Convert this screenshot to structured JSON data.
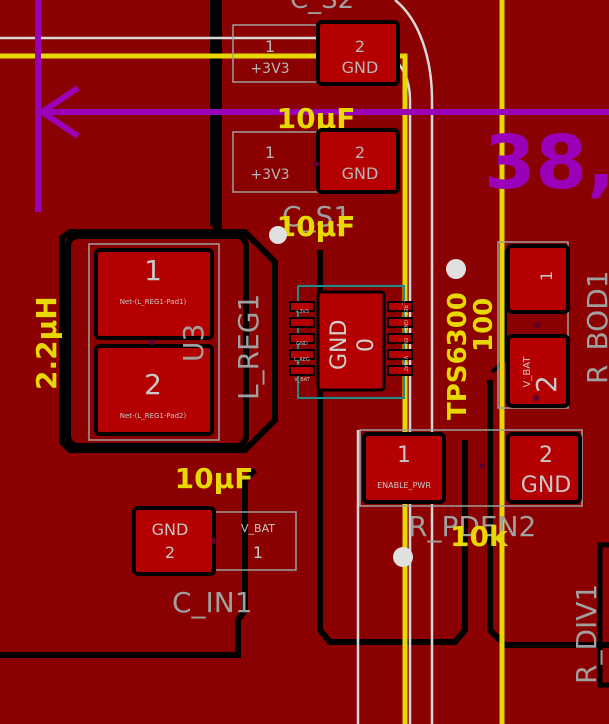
{
  "colors": {
    "background": "#000000",
    "copper": "#8b0000",
    "copper_edge": "#5a0000",
    "pad": "#b40000",
    "silk_yellow": "#e6d800",
    "fab_gray": "#a0a0a0",
    "courtyard_white": "#d8d8d8",
    "ratsnest_purple": "#9a00b8",
    "teal_outline": "#1f8c8c",
    "via_white": "#e0e0e0"
  },
  "dimension": {
    "value": "38,"
  },
  "components": {
    "c_top": {
      "value_label": "10µF",
      "pad1": {
        "num": "1",
        "net": "+3V3"
      },
      "pad2": {
        "num": "2",
        "net": "GND"
      }
    },
    "c_mid": {
      "value_label": "10µF",
      "pad1": {
        "num": "1",
        "net": "+3V3"
      },
      "pad2": {
        "num": "2",
        "net": "GND"
      }
    },
    "c_s1": {
      "ref": "C_S1",
      "value_label": "10µF"
    },
    "l_reg1": {
      "ref": "L_REG1",
      "ref_u": "U3",
      "value_label": "2.2µH",
      "pad1": {
        "num": "1",
        "net": "Net-(L_REG1-Pad1)"
      },
      "pad2": {
        "num": "2",
        "net": "Net-(L_REG1-Pad2)"
      }
    },
    "u3_ic": {
      "center_net": "GND",
      "center_num": "0",
      "value_label": "TPS6300",
      "pins_left": [
        "+3V3",
        "GND",
        "L_REG",
        "V_BAT"
      ],
      "pins_right": [
        "L_REG",
        "GND",
        "EN",
        "V_BAT"
      ]
    },
    "c_in1": {
      "ref": "C_IN1",
      "value_label": "10µF",
      "pad1": {
        "num": "1",
        "net": "V_BAT"
      },
      "pad2": {
        "num": "2",
        "net": "GND"
      }
    },
    "r_pden2": {
      "ref": "R_PDEN2",
      "value_label": "10k",
      "pad1": {
        "num": "1",
        "net": "ENABLE_PWR"
      },
      "pad2": {
        "num": "2",
        "net": "GND"
      }
    },
    "r_bod1": {
      "ref": "R_BOD1",
      "value_label": "100",
      "pad1": {
        "num": "1"
      },
      "pad2": {
        "num": "2",
        "net": "V_BAT"
      }
    },
    "r_div1": {
      "ref": "R_DIV1"
    },
    "top_partial": {
      "ref": "C_S2"
    }
  }
}
